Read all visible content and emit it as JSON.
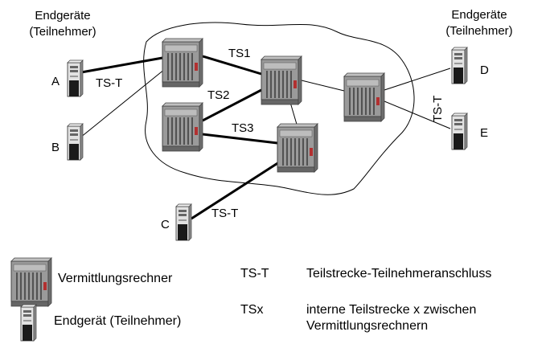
{
  "header": {
    "left_line1": "Endgeräte",
    "left_line2": "(Teilnehmer)",
    "right_line1": "Endgeräte",
    "right_line2": "(Teilnehmer)"
  },
  "terminals": {
    "a": "A",
    "b": "B",
    "c": "C",
    "d": "D",
    "e": "E"
  },
  "links": {
    "ts1": "TS1",
    "ts2": "TS2",
    "ts3": "TS3",
    "tst_a": "TS-T",
    "tst_c": "TS-T",
    "tst_right": "TS-T"
  },
  "legend": {
    "switch_label": "Vermittlungsrechner",
    "terminal_label": "Endgerät (Teilnehmer)",
    "tst_term": "TS-T",
    "tst_desc": "Teilstrecke-Teilnehmeranschluss",
    "tsx_term": "TSx",
    "tsx_desc_line1": "interne Teilstrecke x zwischen",
    "tsx_desc_line2": "Vermittlungsrechnern"
  },
  "icons": {
    "switch": "switch-rack-icon",
    "terminal": "terminal-tower-icon"
  },
  "colors": {
    "line": "#000000",
    "device_body": "#a8a8a8",
    "device_dark": "#555555",
    "terminal_body": "#d8d8d8"
  }
}
